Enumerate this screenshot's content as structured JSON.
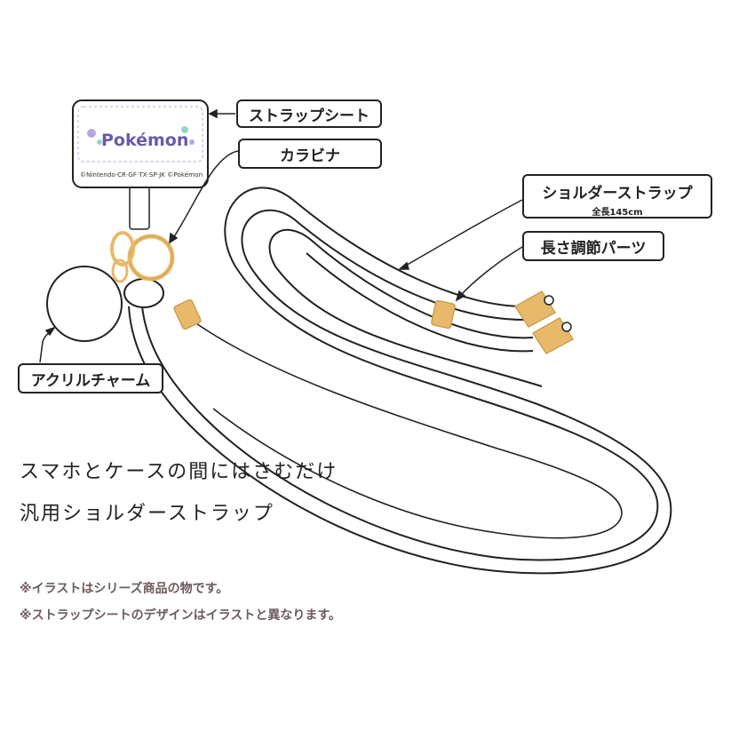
{
  "labels": {
    "strap_sheet": "ストラップシート",
    "carabiner": "カラビナ",
    "shoulder_strap": "ショルダーストラップ",
    "shoulder_strap_length": "全長145cm",
    "adjuster": "長さ調節パーツ",
    "acrylic_charm": "アクリルチャーム"
  },
  "strap_sheet_print": {
    "logo": "Pokémon",
    "copyright": "©Nintendo·CR·GF·TX·SP·JK ©Pokémon"
  },
  "tagline": {
    "line1": "スマホとケースの間にはさむだけ",
    "line2": "汎用ショルダーストラップ"
  },
  "notes": [
    "※イラストはシリーズ商品の物です。",
    "※ストラップシートのデザインはイラストと異なります。"
  ],
  "colors": {
    "outline": "#222222",
    "accent_gold": "#e8b96a",
    "accent_gold_stroke": "#caa050",
    "sheet_pastel_purple": "#b9a6e0",
    "sheet_pastel_mint": "#8fd8c8",
    "note_text": "#6e5a5a"
  }
}
